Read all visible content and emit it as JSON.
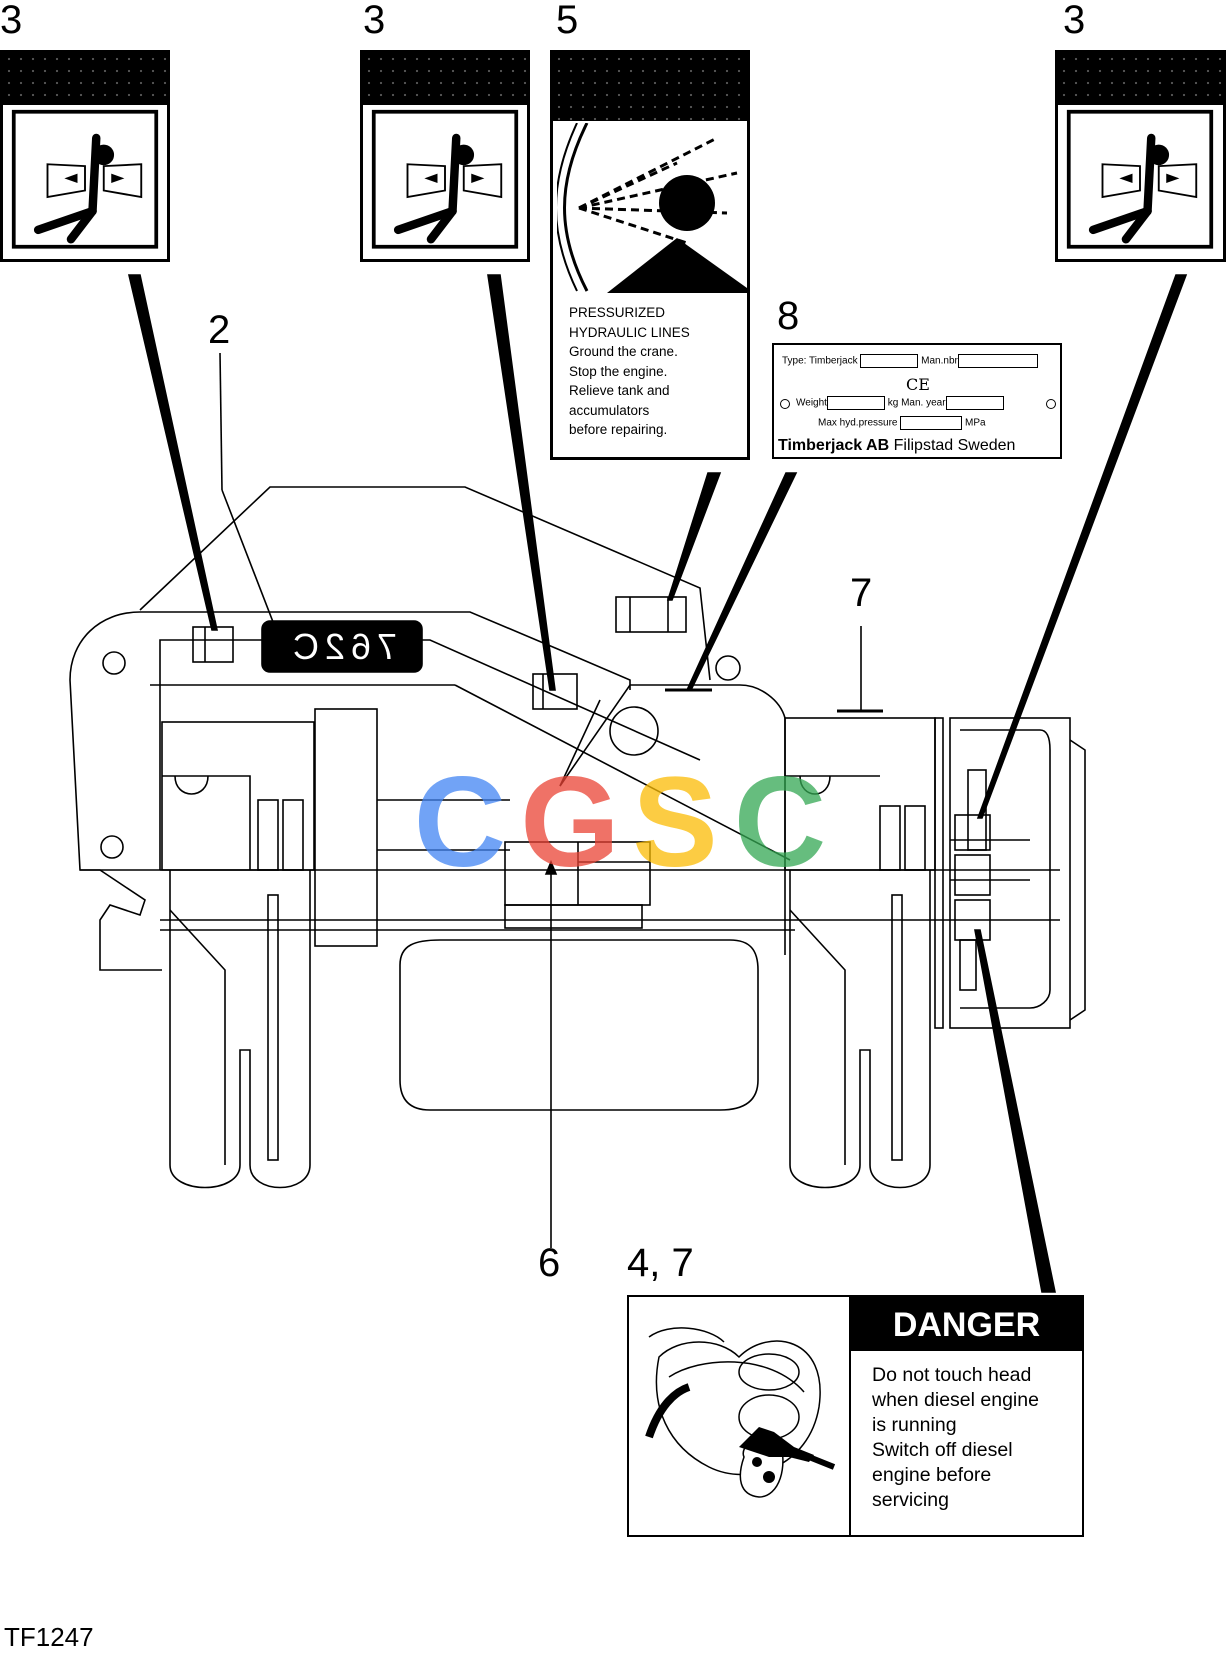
{
  "callouts": {
    "c3_a": "3",
    "c3_b": "3",
    "c5": "5",
    "c3_c": "3",
    "c2": "2",
    "c8": "8",
    "c7": "7",
    "c6": "6",
    "c47": "4, 7"
  },
  "model_plate": "762C",
  "hydraulic_label": {
    "lines": [
      "PRESSURIZED",
      "HYDRAULIC LINES",
      "Ground the crane.",
      "Stop the engine.",
      "Relieve tank and",
      "accumulators",
      "before repairing."
    ]
  },
  "type_plate": {
    "type_label": "Type: Timberjack",
    "man_nbr_label": "Man.nbr",
    "ce_mark": "CE",
    "weight_label": "Weight",
    "weight_unit": "kg",
    "man_year_label": "Man. year",
    "max_pressure_label": "Max hyd.pressure",
    "pressure_unit": "MPa",
    "company": "Timberjack AB",
    "location": "Filipstad Sweden"
  },
  "danger_label": {
    "heading": "DANGER",
    "lines": [
      "Do not touch head",
      "when diesel engine",
      "is running",
      "Switch off diesel",
      "engine before",
      "servicing"
    ]
  },
  "watermark": [
    "C",
    "G",
    "S",
    "C"
  ],
  "watermark_colors": [
    "#4285f4",
    "#ea4335",
    "#fbbc05",
    "#34a853"
  ],
  "figure_id": "TF1247"
}
